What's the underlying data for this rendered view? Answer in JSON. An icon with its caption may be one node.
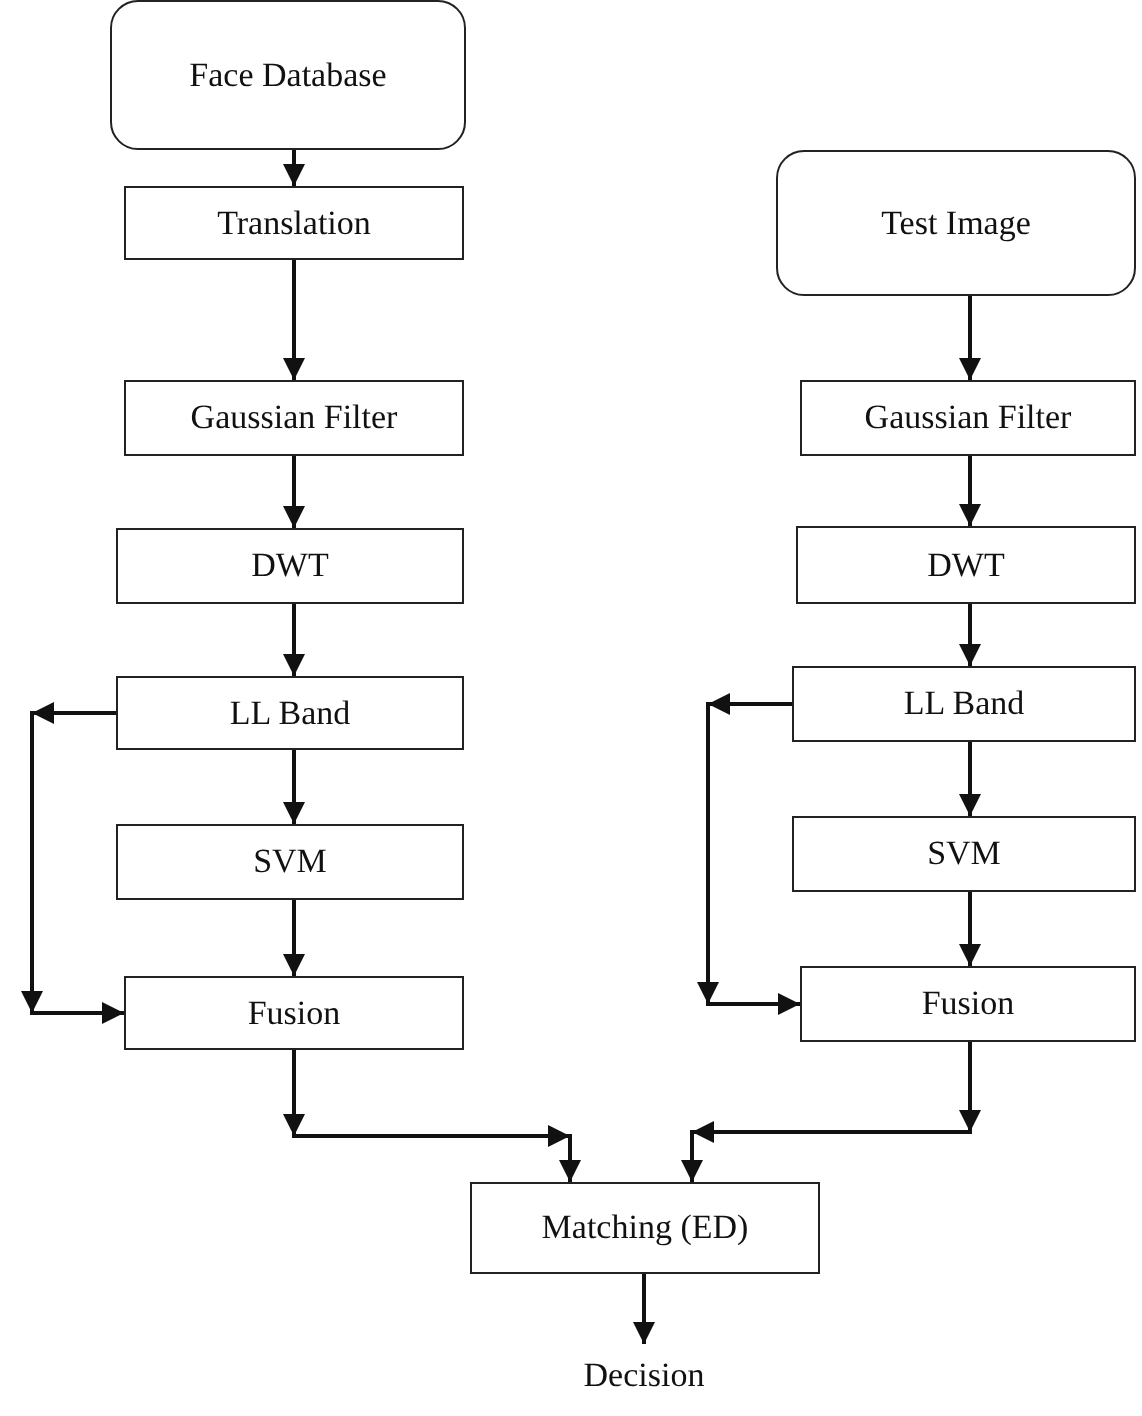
{
  "diagram": {
    "nodes": [
      {
        "text": [
          "Face Database"
        ]
      },
      {
        "text": [
          "Translation"
        ]
      },
      {
        "text": [
          "Gaussian Filter"
        ]
      },
      {
        "text": [
          "DWT"
        ]
      },
      {
        "text": [
          "LL Band"
        ]
      },
      {
        "text": [
          "SVM"
        ]
      },
      {
        "text": [
          "Fusion"
        ]
      },
      {
        "text": [
          "Test Image"
        ]
      },
      {
        "text": [
          "Gaussian Filter"
        ]
      },
      {
        "text": [
          "DWT"
        ]
      },
      {
        "text": [
          "LL Band"
        ]
      },
      {
        "text": [
          "SVM"
        ]
      },
      {
        "text": [
          "Fusion"
        ]
      },
      {
        "text": [
          "Matching (ED)"
        ]
      },
      {
        "text": [
          "Decision"
        ]
      }
    ],
    "edges": [
      {
        "from": 0,
        "to": 1,
        "arrow": "to"
      },
      {
        "from": 1,
        "to": 2,
        "arrow": "to"
      },
      {
        "from": 2,
        "to": 3,
        "arrow": "to"
      },
      {
        "from": 3,
        "to": 4,
        "arrow": "to"
      },
      {
        "from": 4,
        "to": 5,
        "arrow": "to"
      },
      {
        "from": 5,
        "to": 6,
        "arrow": "to"
      },
      {
        "from": 4,
        "to": 6,
        "arrow": "to"
      },
      {
        "from": 6,
        "to": 13,
        "arrow": "to"
      },
      {
        "from": 7,
        "to": 8,
        "arrow": "to"
      },
      {
        "from": 8,
        "to": 9,
        "arrow": "to"
      },
      {
        "from": 9,
        "to": 10,
        "arrow": "to"
      },
      {
        "from": 10,
        "to": 11,
        "arrow": "to"
      },
      {
        "from": 11,
        "to": 12,
        "arrow": "to"
      },
      {
        "from": 10,
        "to": 12,
        "arrow": "to"
      },
      {
        "from": 12,
        "to": 13,
        "arrow": "to"
      },
      {
        "from": 13,
        "to": 14,
        "arrow": "to"
      }
    ]
  }
}
